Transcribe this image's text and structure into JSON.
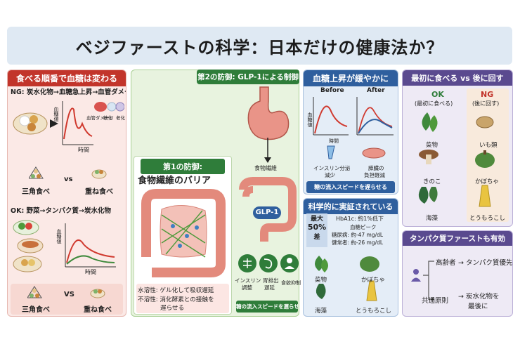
{
  "title": "ベジファーストの科学：日本だけの健康法か？",
  "left": {
    "header": "食べる順番で血糖は変わる",
    "ng_label": "NG: 炭水化物→血糖急上昇→血管ダメージ・糖化・老化",
    "ng_chart_ylabel": "血糖値",
    "ng_chart_xlabel": "時間",
    "ng_damage_1": "血管ダメージ",
    "ng_damage_2": "糖化",
    "ng_damage_3": "老化",
    "tri_a": "三角食べ",
    "vs": "vs",
    "tri_b": "重ね食べ",
    "ok_label": "OK: 野菜→タンパク質→炭水化物",
    "ok_chart_ylabel": "血糖値",
    "ok_chart_xlabel": "時間",
    "tri_c": "三角食べ",
    "vs2": "VS",
    "tri_d": "重ね食べ"
  },
  "middle": {
    "glp_header": "第2の防御: GLP-1による制御",
    "fiber_label": "食物繊維",
    "glp_label": "GLP-1",
    "def1_header": "第1の防御:",
    "def1_title": "食物繊維のバリア",
    "soluble": "水溶性: ゲル化して吸収遅延",
    "insoluble": "不溶性: 消化酵素との接触を",
    "insoluble2": "遅らせる",
    "effect_1": "インスリン",
    "effect_1b": "調整",
    "effect_2": "胃排出",
    "effect_2b": "遅延",
    "effect_3": "食欲抑制",
    "footer": "糖の流入スピードを遅らせる"
  },
  "right_mid": {
    "header": "血糖上昇が緩やかに",
    "before": "Before",
    "after": "After",
    "ylabel": "血糖値",
    "xlabel": "時間",
    "insulin": "インスリン分泌",
    "insulin2": "減少",
    "pancreas": "膵臓の",
    "pancreas2": "負担軽減",
    "footer": "糖の流入スピードを遅らせる",
    "sci_header": "科学的に実証されている",
    "max": "最大",
    "pct": "50%",
    "diff": "差",
    "hba": "HbA1c: 約1%低下",
    "peak": "血糖ピーク",
    "diabetic": "糖尿病: 約-47 mg/dL",
    "healthy": "健常者: 約-26 mg/dL",
    "veg1": "菜物",
    "veg2": "かぼちゃ",
    "veg3": "海藻",
    "veg4": "とうもろこし"
  },
  "right": {
    "header": "最初に食べる vs 後に回す",
    "ok": "OK",
    "ok_sub": "(最初に食べる)",
    "ng": "NG",
    "ng_sub": "(後に回す)",
    "ok_1": "菜物",
    "ok_2": "きのこ",
    "ok_3": "海藻",
    "ng_1": "いも類",
    "ng_2": "かぼちゃ",
    "ng_3": "とうもろこし",
    "protein_header": "タンパク質ファーストも有効",
    "elderly": "高齢者",
    "protein_first": "→ タンパク質優先",
    "common": "共通原則",
    "carb_last": "→ 炭水化物を",
    "carb_last2": "最後に"
  }
}
